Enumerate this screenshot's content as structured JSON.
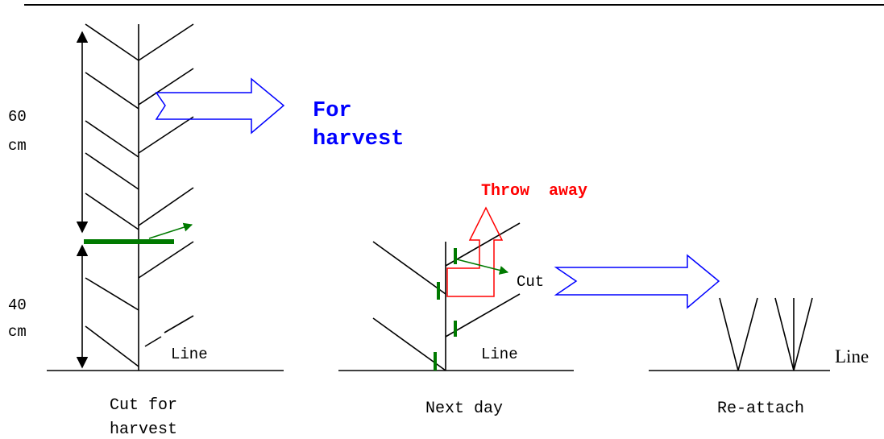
{
  "labels": {
    "top_measure_value": "60",
    "top_measure_unit": "cm",
    "bottom_measure_value": "40",
    "bottom_measure_unit": "cm",
    "for_harvest_line1": "For",
    "for_harvest_line2": "harvest",
    "throw_away": "Throw  away",
    "cut": "Cut",
    "line_panel1": "Line",
    "line_panel2": "Line",
    "line_panel3": "Line",
    "caption_panel1_line1": "Cut for",
    "caption_panel1_line2": "harvest",
    "caption_panel2": "Next day",
    "caption_panel3": "Re-attach"
  },
  "colors": {
    "ink": "#000000",
    "blue": "#0000ff",
    "red": "#ff0000",
    "green": "#007a00"
  }
}
